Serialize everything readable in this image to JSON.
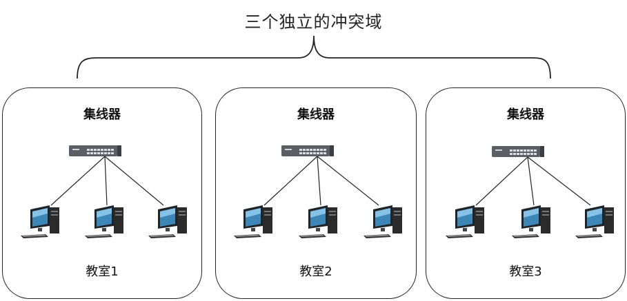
{
  "title": "三个独立的冲突域",
  "rooms": [
    {
      "hub_label": "集线器",
      "room_label": "教室1",
      "pc_count": 3
    },
    {
      "hub_label": "集线器",
      "room_label": "教室2",
      "pc_count": 3
    },
    {
      "hub_label": "集线器",
      "room_label": "教室3",
      "pc_count": 3
    }
  ],
  "colors": {
    "stroke": "#222222",
    "hub_body": "#5a5f66",
    "screen": "#3d86b8",
    "pc_body": "#2b2b2b"
  },
  "icons": [
    "hub-icon",
    "computer-icon"
  ]
}
